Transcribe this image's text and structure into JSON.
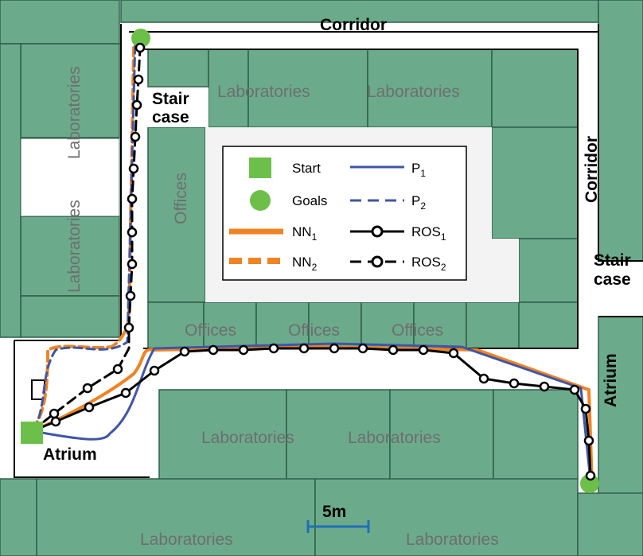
{
  "labels": {
    "corridor_top": "Corridor",
    "corridor_right": "Corridor",
    "stair_left_1": "Stair",
    "stair_left_2": "case",
    "stair_right_1": "Stair",
    "stair_right_2": "case",
    "atrium_left": "Atrium",
    "atrium_right": "Atrium",
    "lab_left_top": "Laboratories",
    "lab_left_bottom": "Laboratories",
    "lab_top_1": "Laboratories",
    "lab_top_2": "Laboratories",
    "offices_vertical": "Offices",
    "offices_1": "Offices",
    "offices_2": "Offices",
    "offices_3": "Offices",
    "lab_mid_1": "Laboratories",
    "lab_mid_2": "Laboratories",
    "lab_bottom_1": "Laboratories",
    "lab_bottom_2": "Laboratories"
  },
  "legend": {
    "start": "Start",
    "goals": "Goals",
    "p1": "P",
    "p1_sub": "1",
    "p2": "P",
    "p2_sub": "2",
    "nn1": "NN",
    "nn1_sub": "1",
    "nn2": "NN",
    "nn2_sub": "2",
    "ros1": "ROS",
    "ros1_sub": "1",
    "ros2": "ROS",
    "ros2_sub": "2"
  },
  "scale_bar": {
    "label": "5m"
  },
  "colors": {
    "room": "#5aa382",
    "room_fill": "#6bab8c",
    "start_goal": "#6cc04a",
    "planner": "#3f56a6",
    "nn": "#f08323",
    "ros": "#000000"
  }
}
